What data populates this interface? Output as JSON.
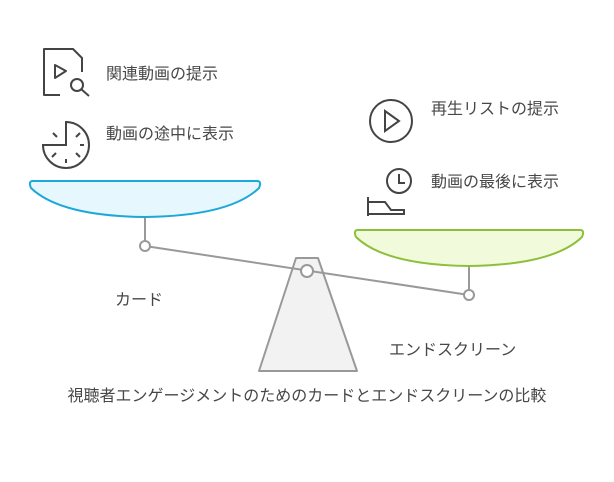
{
  "title": "視聴者エンゲージメントのためのカードとエンドスクリーンの比較",
  "left": {
    "label": "カード",
    "color": "#1ea7d9",
    "fill": "#e6f7fd",
    "items": [
      {
        "icon": "video-search-icon",
        "text": "関連動画の提示"
      },
      {
        "icon": "clock-partial-icon",
        "text": "動画の途中に表示"
      }
    ]
  },
  "right": {
    "label": "エンドスクリーン",
    "color": "#8cbf3a",
    "fill": "#f1fbdc",
    "items": [
      {
        "icon": "play-circle-icon",
        "text": "再生リストの提示"
      },
      {
        "icon": "clock-end-icon",
        "text": "動画の最後に表示"
      }
    ]
  }
}
